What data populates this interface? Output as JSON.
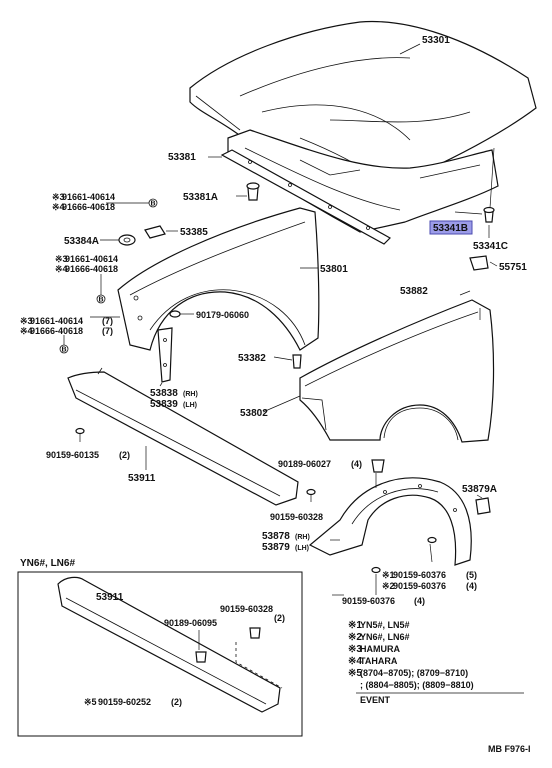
{
  "parts": {
    "hood": "53301",
    "hood_seal": "53381",
    "hood_insulator": "53341B",
    "clip_53341c": "53341C",
    "cushion_53381a": "53381A",
    "bracket_55751": "55751",
    "grommet_53384a": "53384A",
    "plate_53385": "53385",
    "fender_lh_inner": "53801",
    "fender_rh": "53882",
    "screw_90179": "90179-06060",
    "bolt_53382": "53382",
    "stay_rh": "53838",
    "stay_lh": "53839",
    "rh": "(RH)",
    "lh": "(LH)",
    "fender": "53802",
    "bolt_90159_60135": "90159-60135",
    "qty_2": "(2)",
    "spoiler": "53911",
    "clip_90189_06027": "90189-06027",
    "qty_4": "(4)",
    "bolt_90159_60328": "90159-60328",
    "liner_rh": "53878",
    "liner_lh": "53879",
    "clip_53879a": "53879A",
    "bolt_90159_60376": "90159-60376",
    "qty_5": "(5)",
    "mark_b": "B"
  },
  "left_notes": [
    {
      "mark": "※3",
      "pn": "91661-40614"
    },
    {
      "mark": "※4",
      "pn": "91666-40618"
    },
    {
      "mark": "※3",
      "pn": "91661-40614"
    },
    {
      "mark": "※4",
      "pn": "91666-40618"
    },
    {
      "mark": "※3",
      "pn": "91661-40614",
      "qty": "(7)"
    },
    {
      "mark": "※4",
      "pn": "91666-40618",
      "qty": "(7)"
    }
  ],
  "right_notes": [
    {
      "mark": "※1",
      "pn": "90159-60376",
      "qty": "(5)"
    },
    {
      "mark": "※2",
      "pn": "90159-60376",
      "qty": "(4)"
    }
  ],
  "inset": {
    "label": "YN6#, LN6#",
    "spoiler": "53911",
    "clip": "90189-06095",
    "bolt": "90159-60328",
    "bolt_qty": "(2)",
    "note_mark": "※5",
    "note_pn": "90159-60252",
    "note_qty": "(2)"
  },
  "legend": [
    {
      "mark": "※1",
      "text": "YN5#, LN5#"
    },
    {
      "mark": "※2",
      "text": "YN6#, LN6#"
    },
    {
      "mark": "※3",
      "text": "HAMURA"
    },
    {
      "mark": "※4",
      "text": "TAHARA"
    },
    {
      "mark": "※5",
      "text": "(8704−8705); (8709−8710)"
    },
    {
      "mark": "",
      "text": "; (8804−8805); (8809−8810)"
    },
    {
      "mark": "",
      "text": "EVENT"
    }
  ],
  "footer_code": "MB F976-I",
  "colors": {
    "highlight": "#9c9ce8",
    "line": "#111111"
  }
}
